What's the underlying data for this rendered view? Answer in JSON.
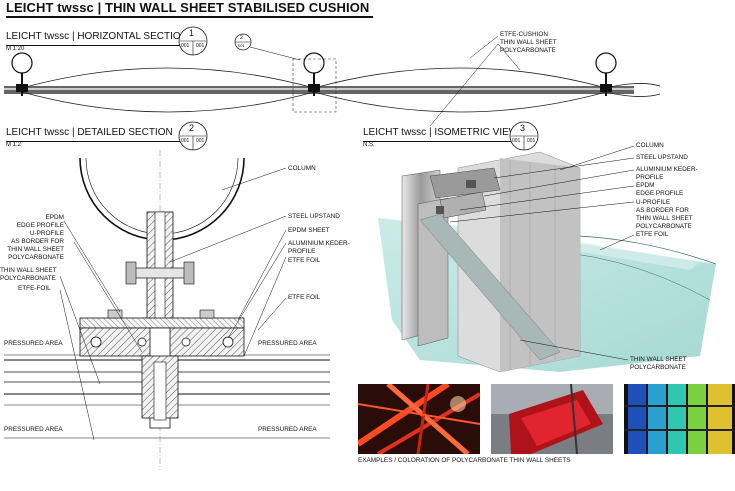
{
  "title": "LEICHT twssc | THIN WALL SHEET STABILISED CUSHION",
  "horizontal": {
    "title": "LEICHT twssc | HORIZONTAL SECTION",
    "scale": "M 1:20",
    "badge_num": "1",
    "badge_a": "001",
    "badge_b": "001",
    "detail_ref_num": "2",
    "detail_ref_sheet": "001",
    "callout": [
      "ETFE-CUSHION",
      "THIN WALL SHEET",
      "POLYCARBONATE"
    ]
  },
  "detailed": {
    "title": "LEICHT twssc | DETAILED SECTION",
    "scale": "M 1:2",
    "badge_num": "2",
    "badge_a": "001",
    "badge_b": "001",
    "labels_right": [
      "COLUMN",
      "STEEL UPSTAND",
      "EPDM SHEET",
      "ALUMINIUM KEDER-",
      "PROFILE",
      "ETFE FOIL",
      "ETFE FOIL"
    ],
    "labels_left": [
      "EPDM",
      "EDGE PROFILE",
      "U-PROFILE",
      "AS BORDER FOR",
      "THIN WALL SHEET",
      "POLYCARBONATE",
      "THIN WALL SHEET",
      "POLYCARBONATE",
      "ETFE-FOIL"
    ],
    "pressured_area": "PRESSURED AREA"
  },
  "isometric": {
    "title": "LEICHT twssc | ISOMETRIC VIEW",
    "scale": "N.S.",
    "badge_num": "3",
    "badge_a": "001",
    "badge_b": "001",
    "labels": [
      "COLUMN",
      "STEEL UPSTAND",
      "ALUMINIUM KEDER-",
      "PROFILE",
      "EPDM",
      "EDGE PROFILE",
      "U-PROFILE",
      "AS BORDER FOR",
      "THIN WALL SHEET",
      "POLYCARBONATE",
      "ETFE FOIL"
    ],
    "bottom_label": [
      "THIN WALL SHEET",
      "POLYCARBONATE"
    ]
  },
  "examples_caption": "EXAMPLES / COLORATION OF POLYCARBONATE THIN WALL SHEETS",
  "colors": {
    "glass": "#a9d8d3",
    "red": "#e0301e",
    "ink": "#111111"
  }
}
